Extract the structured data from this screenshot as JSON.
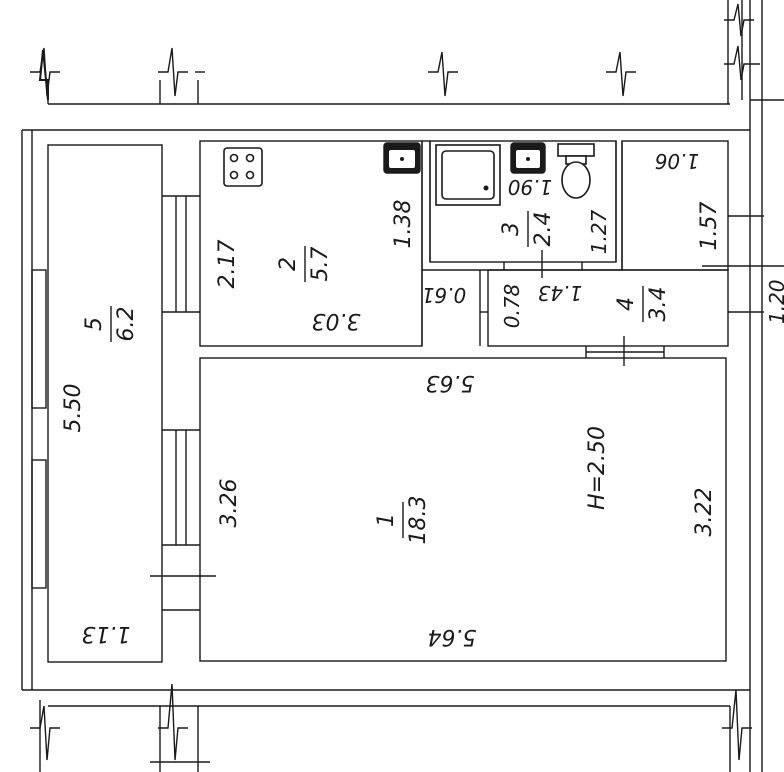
{
  "rooms": [
    {
      "number": "1",
      "area": "18.3"
    },
    {
      "number": "2",
      "area": "5.7"
    },
    {
      "number": "3",
      "area": "2.4"
    },
    {
      "number": "4",
      "area": "3.4"
    },
    {
      "number": "5",
      "area": "6.2"
    }
  ],
  "dimensions": {
    "room1_top": "5.63",
    "room1_bottom": "5.64",
    "room1_left": "3.26",
    "room1_right": "3.22",
    "ceiling_height": "H=2.50",
    "room2_bottom": "3.03",
    "room2_left": "2.17",
    "room2_right": "1.38",
    "room2_bottom_right": "0.61",
    "room3_width": "1.90",
    "room3_height": "1.27",
    "room4_width": "1.43",
    "room4_height": "0.78",
    "room6_width": "1.06",
    "room6_height": "1.57",
    "room5_length": "5.50",
    "room5_width": "1.13",
    "edge_cut": "1.20"
  }
}
